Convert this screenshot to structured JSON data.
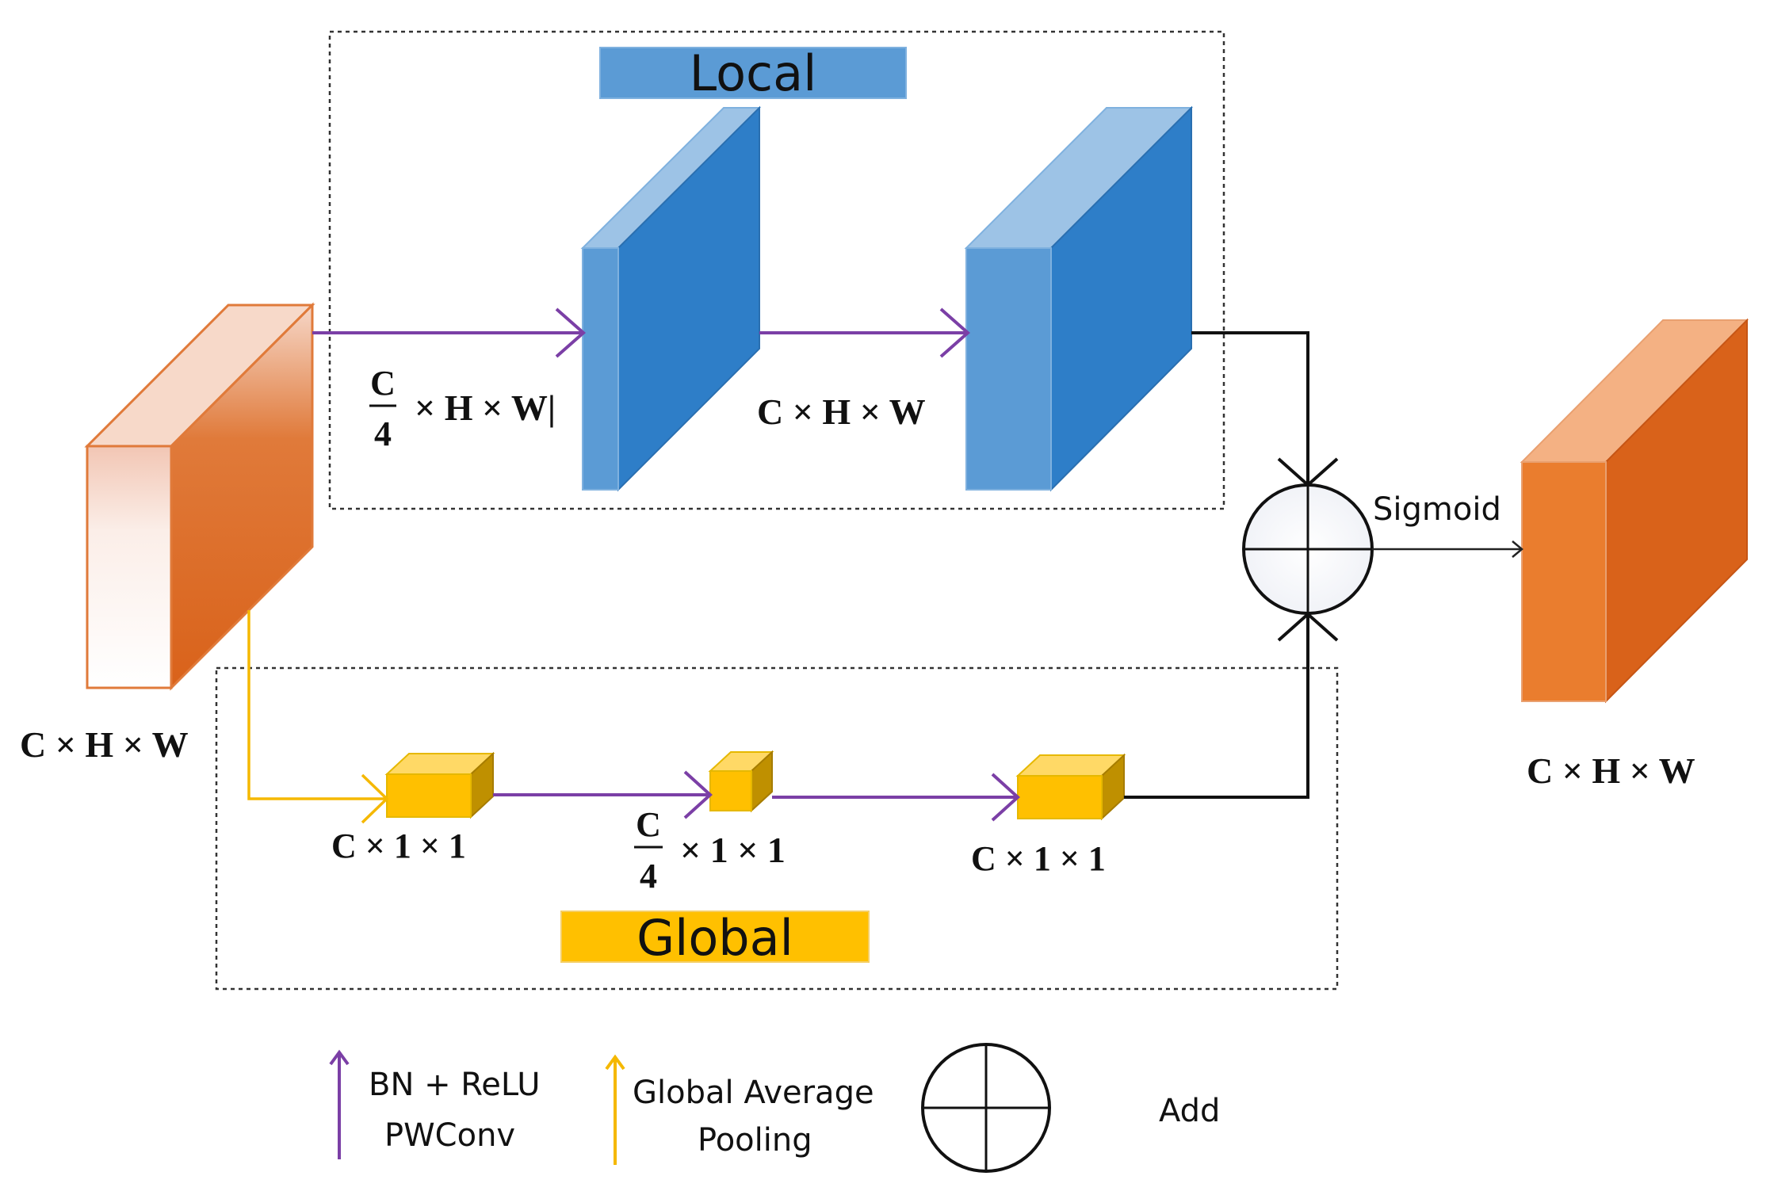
{
  "sections": {
    "local_label": "Local",
    "global_label": "Global"
  },
  "dims": {
    "input": "C × H × W",
    "local_first": {
      "numerator": "C",
      "denominator": "4",
      "rest": "× H × W|"
    },
    "local_second": "C × H × W",
    "global_first": "C × 1 × 1",
    "global_middle": {
      "numerator": "C",
      "denominator": "4",
      "rest": "× 1 × 1"
    },
    "global_last": "C × 1 × 1",
    "output": "C × H × W"
  },
  "operations": {
    "sigmoid": "Sigmoid"
  },
  "legend": {
    "purple_line1": "BN + ReLU",
    "purple_line2": "PWConv",
    "yellow_line1": "Global Average",
    "yellow_line2": "Pooling",
    "add": "Add"
  },
  "colors": {
    "purple": "#7b3fa6",
    "yellow": "#f5b800",
    "local_banner": "#5b9bd5",
    "global_banner": "#ffc000",
    "orange": "#e06d1c",
    "blue": "#2e7ec8"
  }
}
